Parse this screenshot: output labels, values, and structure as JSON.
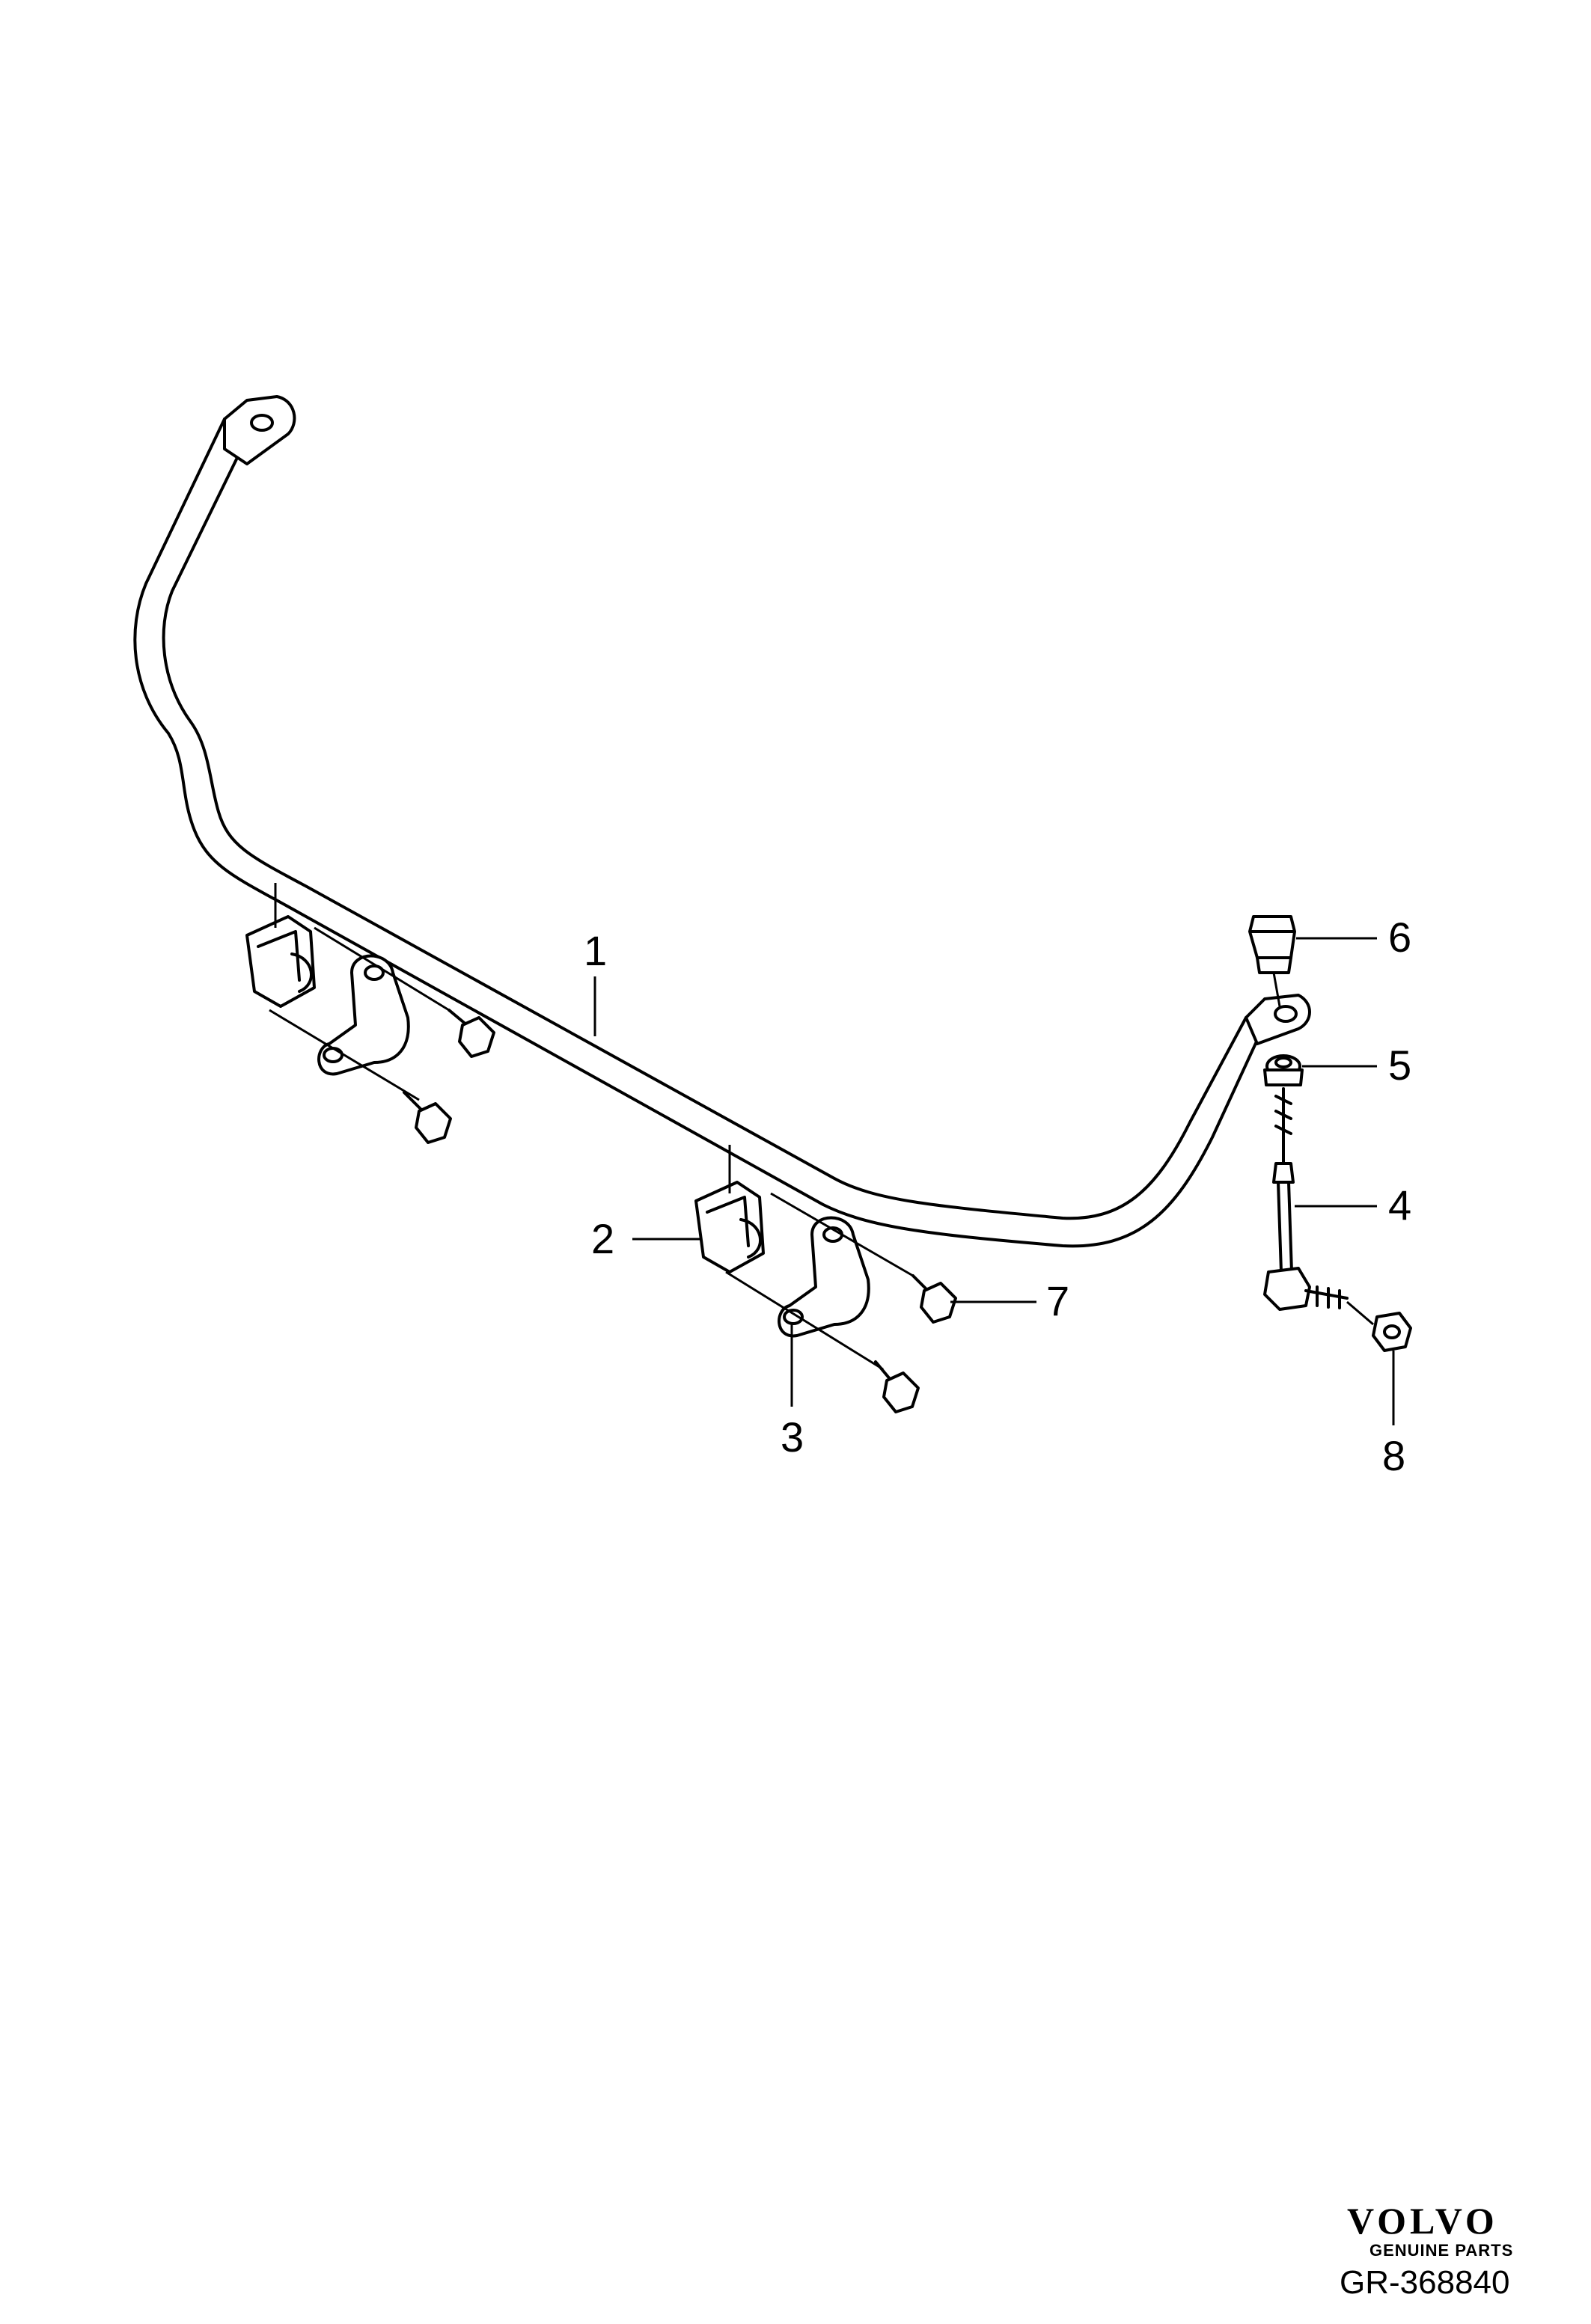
{
  "callouts": [
    {
      "id": "1",
      "label": "1"
    },
    {
      "id": "2",
      "label": "2"
    },
    {
      "id": "3",
      "label": "3"
    },
    {
      "id": "4",
      "label": "4"
    },
    {
      "id": "5",
      "label": "5"
    },
    {
      "id": "6",
      "label": "6"
    },
    {
      "id": "7",
      "label": "7"
    },
    {
      "id": "8",
      "label": "8"
    }
  ],
  "logo": {
    "brand": "VOLVO",
    "tagline": "GENUINE PARTS"
  },
  "reference_code": "GR-368840"
}
